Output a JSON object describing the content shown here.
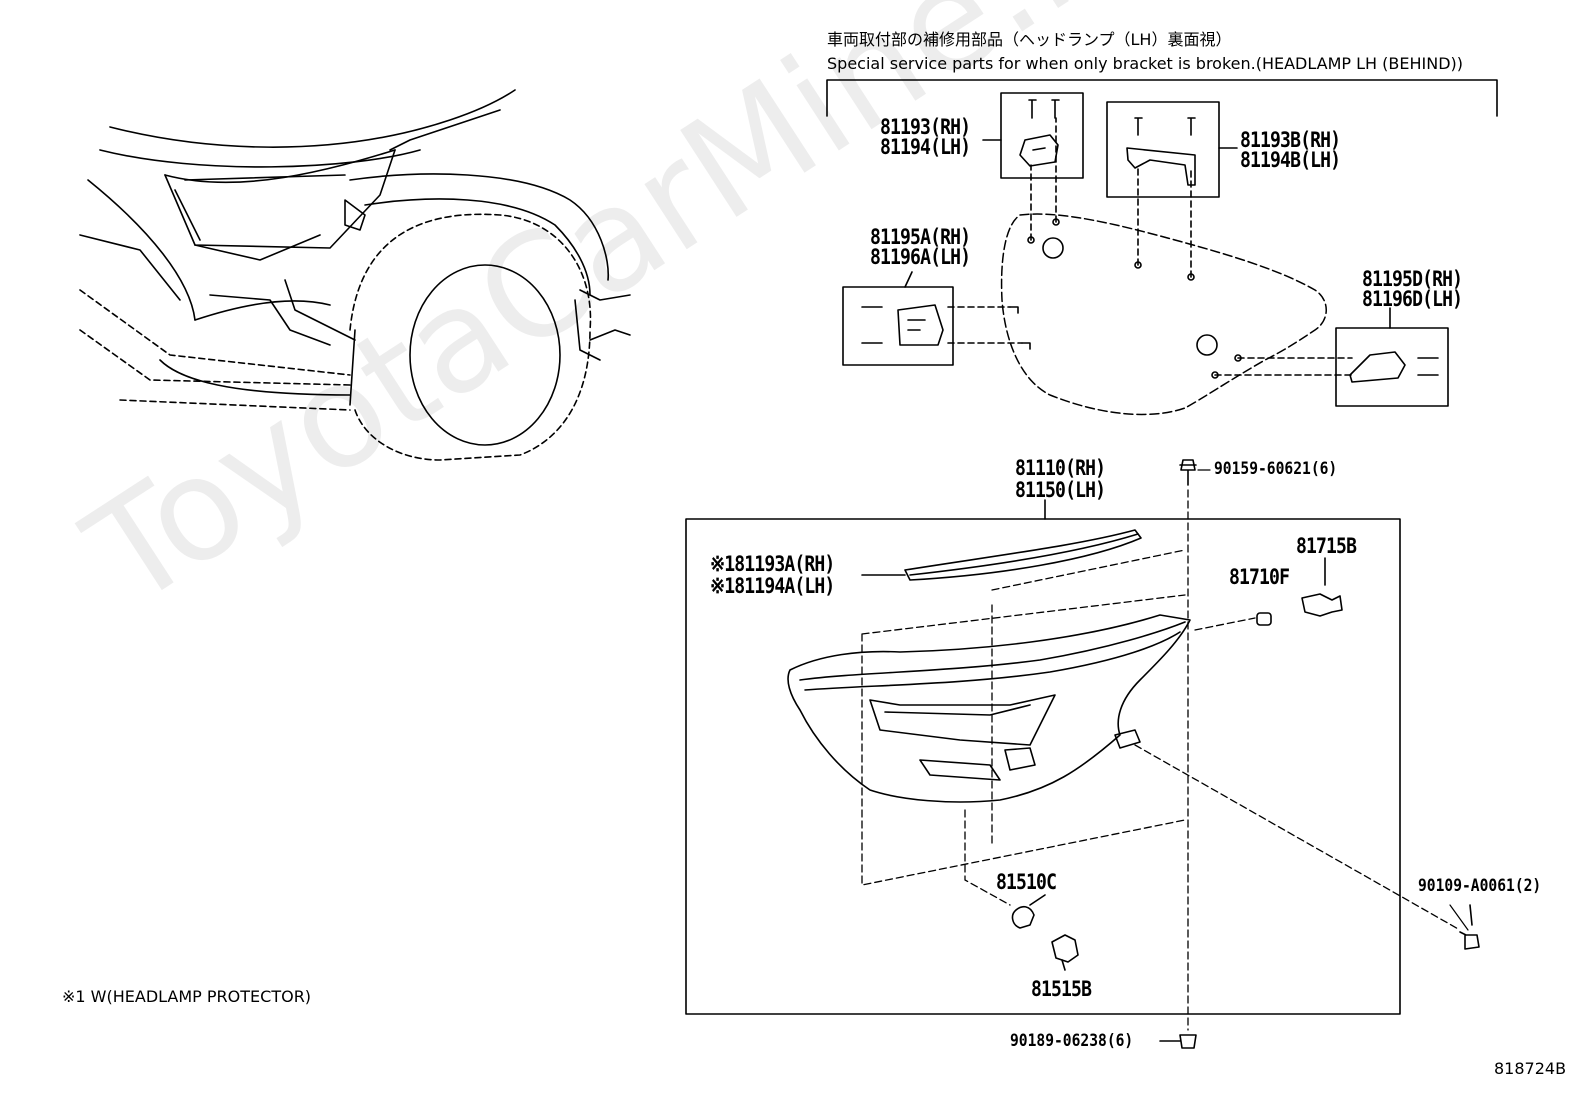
{
  "header": {
    "title_jp": "車両取付部の補修用部品（ヘッドランプ（LH）裏面視）",
    "title_en": "Special service parts for when only bracket is broken.(HEADLAMP LH (BEHIND))"
  },
  "labels": {
    "p81193": [
      "81193(RH)",
      "81194(LH)"
    ],
    "p81193B": [
      "81193B(RH)",
      "81194B(LH)"
    ],
    "p81195A": [
      "81195A(RH)",
      "81196A(LH)"
    ],
    "p81195D": [
      "81195D(RH)",
      "81196D(LH)"
    ],
    "p81110": [
      "81110(RH)",
      "81150(LH)"
    ],
    "p81193A": [
      "※181193A(RH)",
      "※181194A(LH)"
    ],
    "p90159": "90159-60621(6)",
    "p81715B": "81715B",
    "p81710F": "81710F",
    "p81510C": "81510C",
    "p81515B": "81515B",
    "p90109": "90109-A0061(2)",
    "p90189": "90189-06238(6)"
  },
  "footnote": "※1 W(HEADLAMP PROTECTOR)",
  "page_number": "818724B",
  "watermark": "ToyotaCarMine.ru"
}
